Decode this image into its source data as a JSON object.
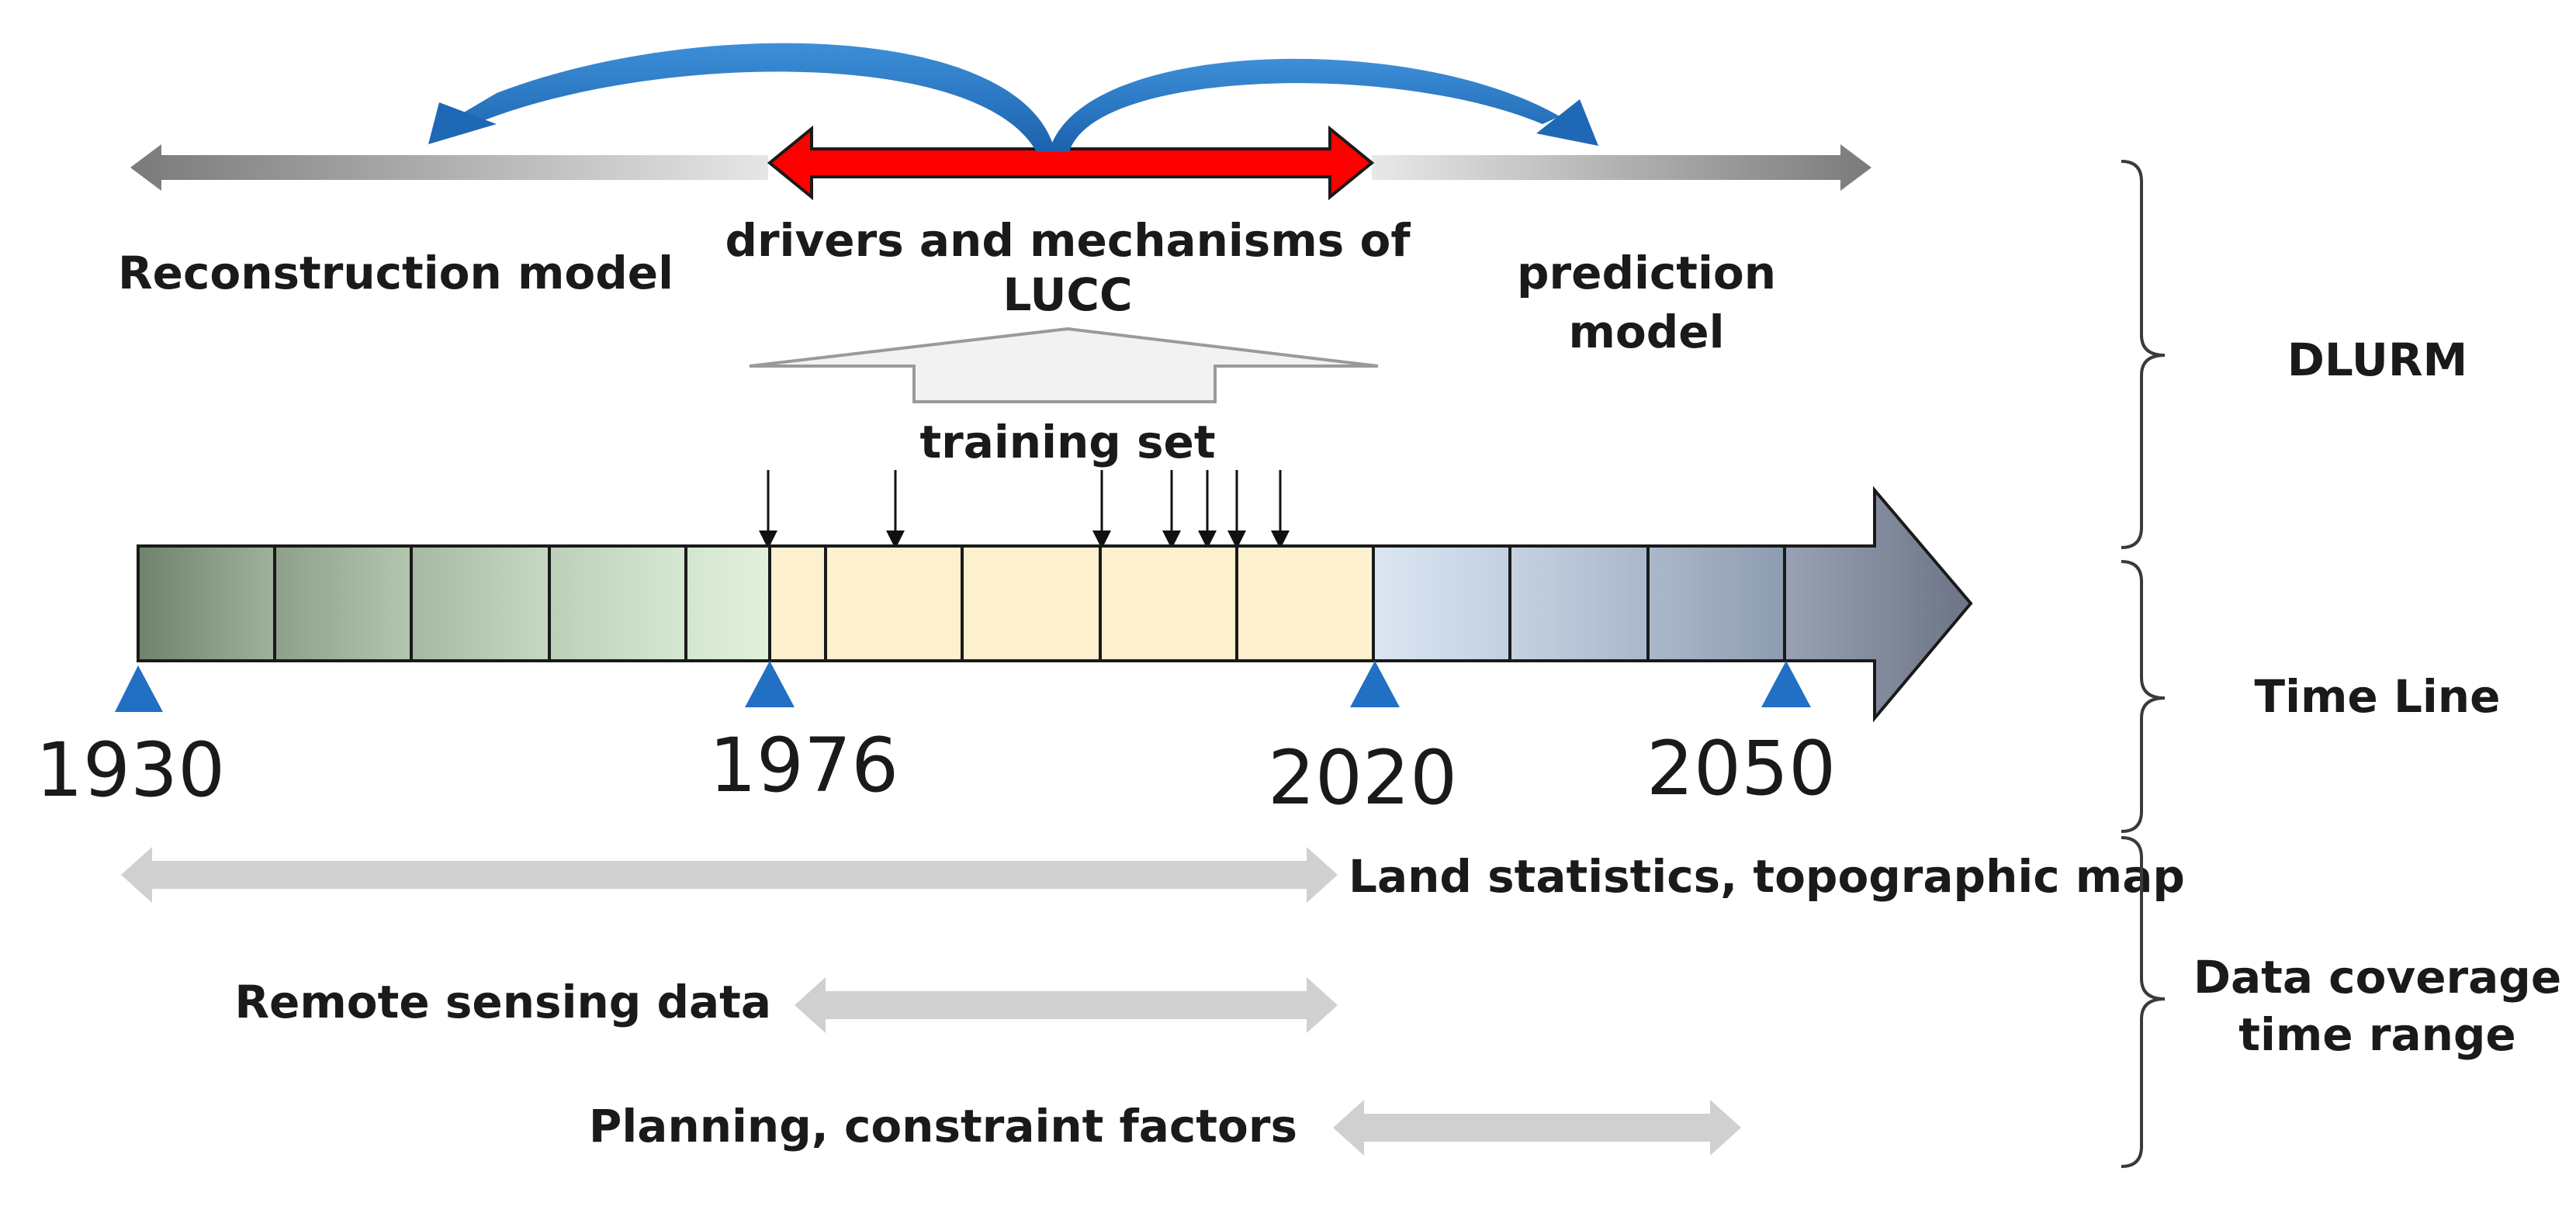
{
  "model_labels": {
    "reconstruction": "Reconstruction model",
    "drivers_line1": "drivers and mechanisms of",
    "drivers_line2": "LUCC",
    "prediction_line1": "prediction",
    "prediction_line2": "model",
    "training_set": "training set"
  },
  "timeline": {
    "years": [
      "1930",
      "1976",
      "2020",
      "2050"
    ]
  },
  "data_coverage": {
    "land_statistics": "Land statistics, topographic map",
    "remote_sensing": "Remote sensing data",
    "planning": "Planning, constraint factors"
  },
  "brace_labels": {
    "dlurm": "DLURM",
    "time_line": "Time Line",
    "coverage_line1": "Data coverage",
    "coverage_line2": "time range"
  },
  "colors": {
    "red_arrow": "#ff0000",
    "blue_arrow": "#2272c3",
    "marker": "#2270c4",
    "gray_arrow": "#d0d0d0"
  }
}
